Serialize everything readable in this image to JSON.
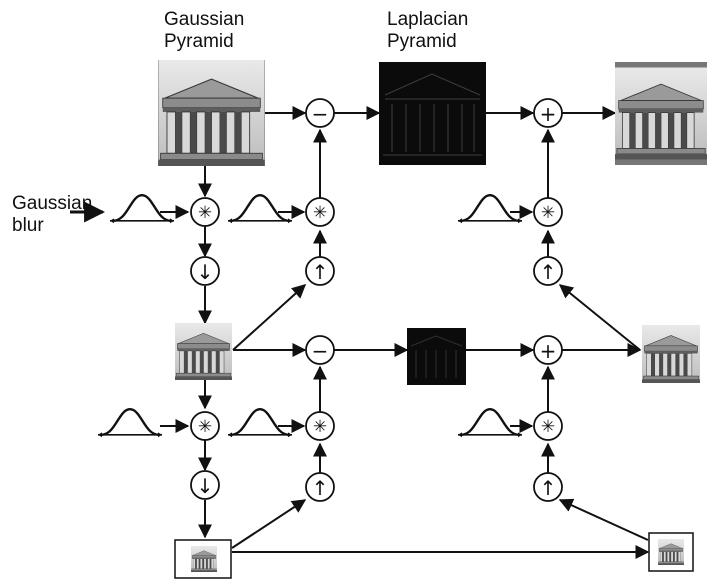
{
  "labels": {
    "gaussian_pyramid": [
      "Gaussian",
      "Pyramid"
    ],
    "laplacian_pyramid": [
      "Laplacian",
      "Pyramid"
    ],
    "gaussian_blur": [
      "Gaussian",
      "blur"
    ]
  },
  "operators": {
    "subtract": "−",
    "add": "+",
    "convolve": "✳",
    "downsample": "↓",
    "upsample": "↑"
  },
  "colors": {
    "line": "#111111",
    "circle_fill": "#ffffff",
    "laplacian_fill": "#0b0b0b"
  }
}
